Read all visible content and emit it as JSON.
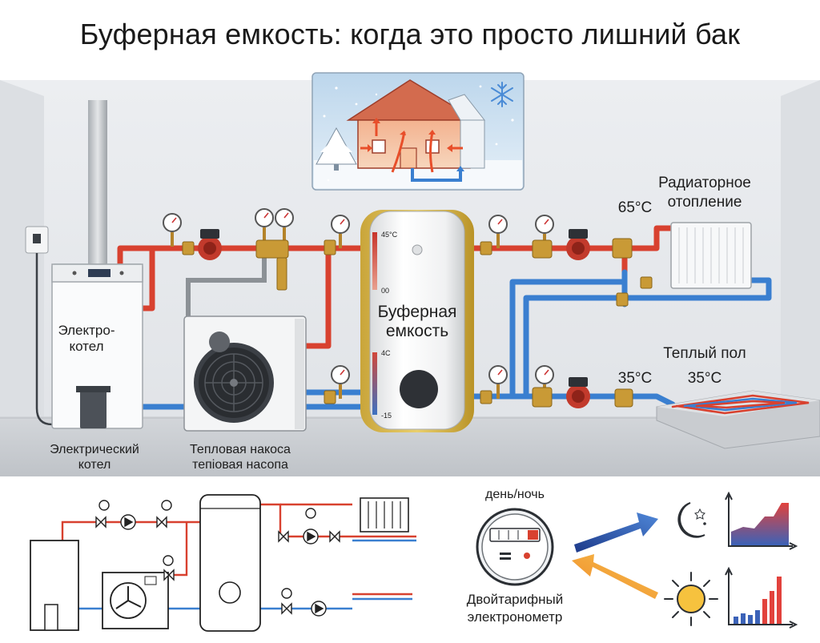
{
  "title": "Буферная емкость: когда это просто лишний бак",
  "scene": {
    "boiler_label_line1": "Электро-",
    "boiler_label_line2": "котел",
    "tank_label_line1": "Буферная",
    "tank_label_line2": "емкость",
    "tank_scale_top_max": "45°C",
    "tank_scale_top_min": "00",
    "tank_scale_bottom_max": "4C",
    "tank_scale_bottom_min": "-15",
    "radiator_label_line1": "Радиаторное",
    "radiator_label_line2": "отопление",
    "radiator_temp": "65°C",
    "floor_label": "Теплый пол",
    "floor_temp_left": "35°C",
    "floor_temp_right": "35°C",
    "caption_boiler_line1": "Электрический",
    "caption_boiler_line2": "котел",
    "caption_pump_line1": "Тепловая накоса",
    "caption_pump_line2": "тепiовая насопа"
  },
  "meter": {
    "top_label": "день/ночь",
    "bottom_label_line1": "Двойтарифный",
    "bottom_label_line2": "электронометр"
  },
  "colors": {
    "hot_pipe": "#d8412f",
    "cold_pipe": "#3a7fd0",
    "wall": "#e9ebee",
    "floor": "#cfd2d6"
  }
}
